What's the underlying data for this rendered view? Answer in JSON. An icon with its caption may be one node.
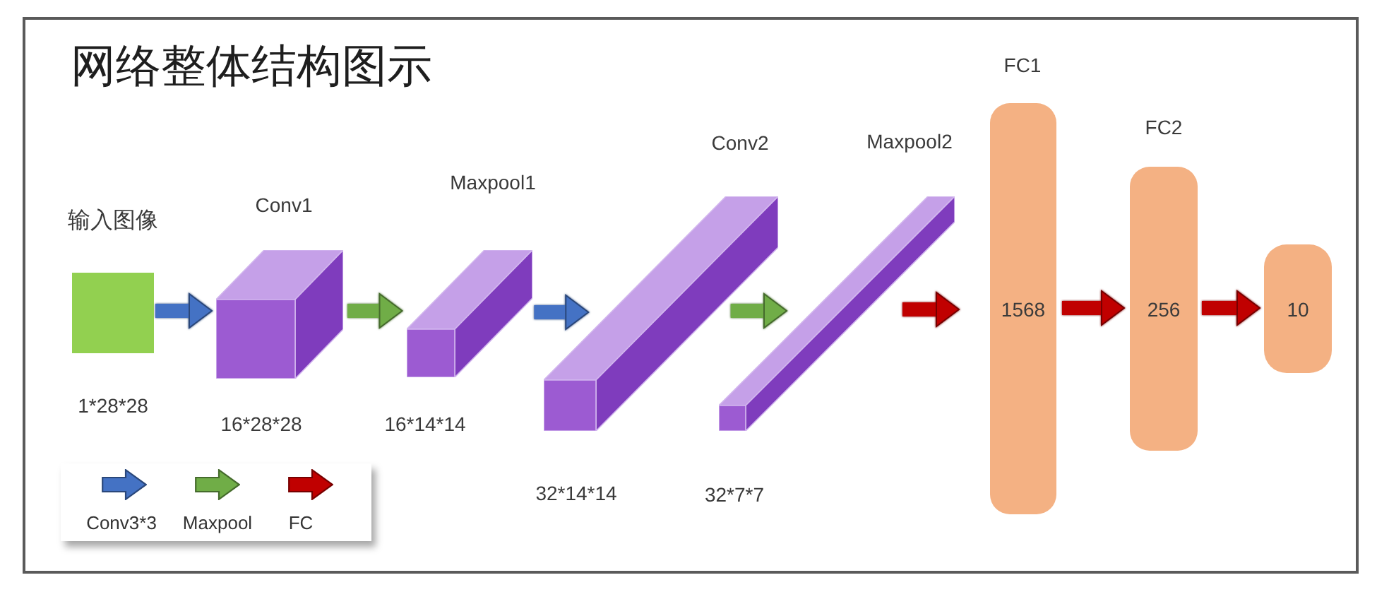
{
  "diagram": {
    "title": "网络整体结构图示",
    "nodes": [
      {
        "text": [
          "输入图像"
        ],
        "beside": [
          "1*28*28"
        ]
      },
      {
        "text": [
          "Conv1"
        ],
        "beside": [
          "16*28*28"
        ]
      },
      {
        "text": [
          "Maxpool1"
        ],
        "beside": [
          "16*14*14"
        ]
      },
      {
        "text": [
          "Conv2"
        ],
        "beside": [
          "32*14*14"
        ]
      },
      {
        "text": [
          "Maxpool2"
        ],
        "beside": [
          "32*7*7"
        ]
      },
      {
        "text": [
          "FC1",
          "1568"
        ]
      },
      {
        "text": [
          "FC2",
          "256"
        ]
      },
      {
        "text": [
          "10"
        ]
      }
    ],
    "edges": [
      {
        "from": 0,
        "to": 1,
        "arrow": "to",
        "color": "#4472c4"
      },
      {
        "from": 1,
        "to": 2,
        "arrow": "to",
        "color": "#70ad47"
      },
      {
        "from": 2,
        "to": 3,
        "arrow": "to",
        "color": "#4472c4"
      },
      {
        "from": 3,
        "to": 4,
        "arrow": "to",
        "color": "#70ad47"
      },
      {
        "from": 4,
        "to": 5,
        "arrow": "to",
        "color": "#c00000"
      },
      {
        "from": 5,
        "to": 6,
        "arrow": "to",
        "color": "#c00000"
      },
      {
        "from": 6,
        "to": 7,
        "arrow": "to",
        "color": "#c00000"
      }
    ],
    "legend": [
      {
        "text": "Conv3*3",
        "color": "#4472c4"
      },
      {
        "text": "Maxpool",
        "color": "#70ad47"
      },
      {
        "text": "FC",
        "color": "#c00000"
      }
    ]
  }
}
